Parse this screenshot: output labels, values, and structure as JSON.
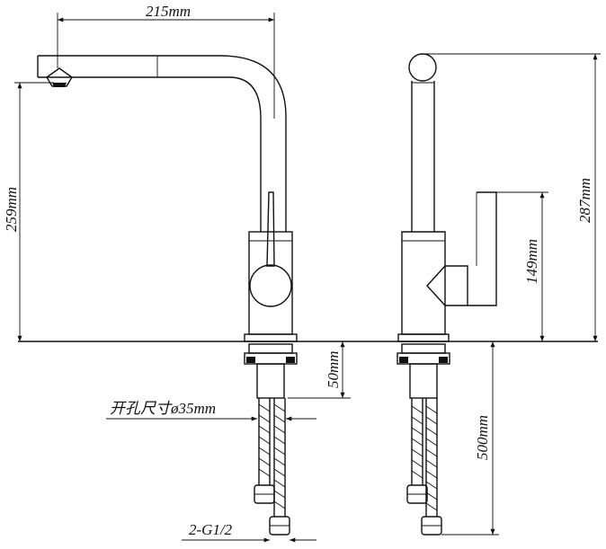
{
  "dimensions": {
    "spout_reach": "215mm",
    "spout_height": "259mm",
    "total_height": "287mm",
    "handle_height": "149mm",
    "shank_length": "50mm",
    "hose_length": "500mm"
  },
  "notes": {
    "hole_size": "开孔尺寸ø35mm",
    "connection": "2-G1/2"
  },
  "icons": {
    "front_view": "faucet-front-view",
    "side_view": "faucet-side-view",
    "arrow": "dimension-arrow"
  }
}
